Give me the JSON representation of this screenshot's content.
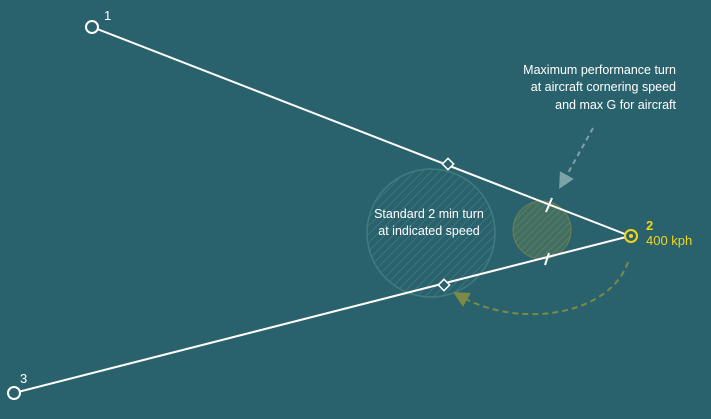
{
  "waypoints": [
    {
      "id": "1",
      "label": "1"
    },
    {
      "id": "2",
      "label": "2",
      "speed": "400 kph"
    },
    {
      "id": "3",
      "label": "3"
    }
  ],
  "annotations": {
    "max_turn": [
      "Maximum performance turn",
      "at aircraft cornering speed",
      "and max G for aircraft"
    ],
    "std_turn": [
      "Standard 2 min turn",
      "at indicated speed"
    ]
  },
  "colors": {
    "background": "#29626c",
    "route": "#ffffff",
    "active_waypoint": "#f2d51b",
    "annotation_text": "#ffffff",
    "std_turn_circle": "#3f7c7f",
    "max_turn_circle": "#6f7f4f",
    "max_arrow": "#7da2a8",
    "turn_arrow": "#7b8b45"
  }
}
